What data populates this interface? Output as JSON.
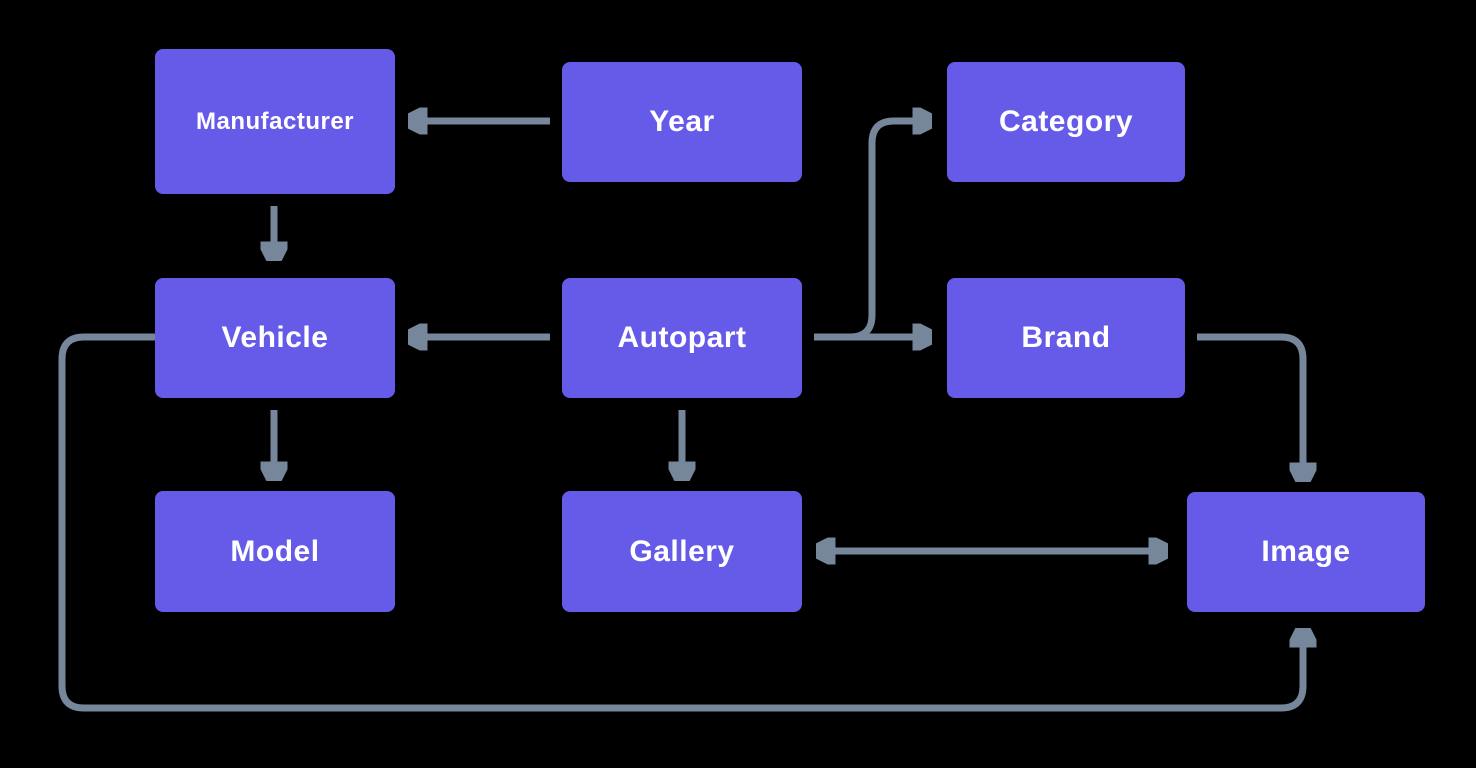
{
  "diagram": {
    "type": "entity-relationship",
    "entities": {
      "manufacturer": {
        "label": "Manufacturer"
      },
      "year": {
        "label": "Year"
      },
      "category": {
        "label": "Category"
      },
      "vehicle": {
        "label": "Vehicle"
      },
      "autopart": {
        "label": "Autopart"
      },
      "brand": {
        "label": "Brand"
      },
      "model": {
        "label": "Model"
      },
      "gallery": {
        "label": "Gallery"
      },
      "image": {
        "label": "Image"
      }
    },
    "edges": [
      {
        "from": "Year",
        "to": "Manufacturer",
        "arrow": "single",
        "route": "straight-left"
      },
      {
        "from": "Manufacturer",
        "to": "Vehicle",
        "arrow": "single",
        "route": "straight-down"
      },
      {
        "from": "Autopart",
        "to": "Vehicle",
        "arrow": "single",
        "route": "straight-left"
      },
      {
        "from": "Autopart",
        "to": "Brand",
        "arrow": "single",
        "route": "straight-right"
      },
      {
        "from": "Autopart",
        "to": "Category",
        "arrow": "single",
        "route": "branch-up-right"
      },
      {
        "from": "Vehicle",
        "to": "Model",
        "arrow": "single",
        "route": "straight-down"
      },
      {
        "from": "Autopart",
        "to": "Gallery",
        "arrow": "single",
        "route": "straight-down"
      },
      {
        "from": "Brand",
        "to": "Image",
        "arrow": "single",
        "route": "right-then-down"
      },
      {
        "from": "Gallery",
        "to": "Image",
        "arrow": "double",
        "route": "straight-horizontal"
      },
      {
        "from": "Vehicle",
        "to": "Image",
        "arrow": "single",
        "route": "loop-left-bottom-up"
      }
    ],
    "colors": {
      "node_fill": "#665AE8",
      "arrow": "#76879B",
      "background": "#000000",
      "text": "#FFFFFF"
    }
  }
}
